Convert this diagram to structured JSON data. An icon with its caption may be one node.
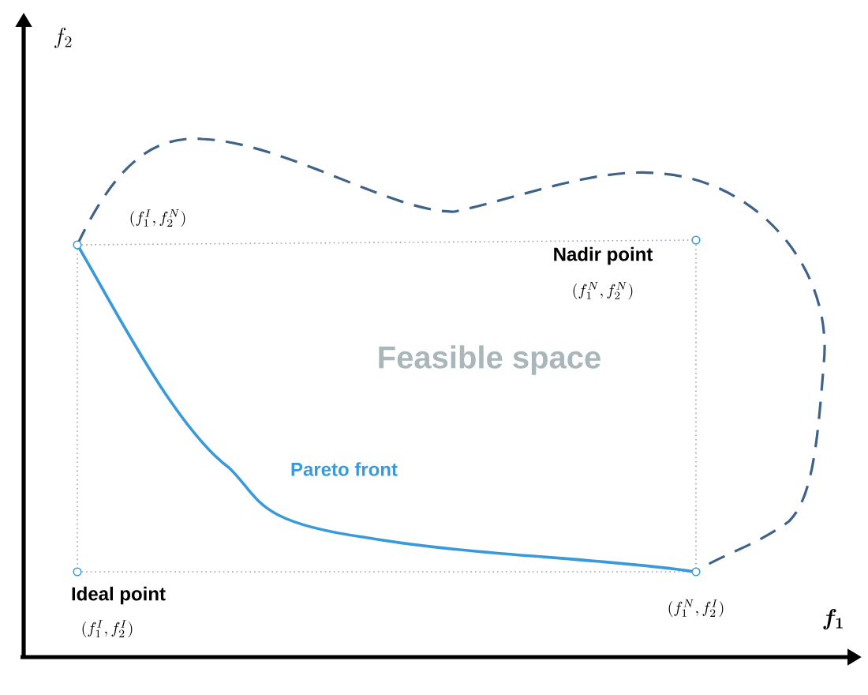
{
  "diagram": {
    "labels": [
      "f_2",
      "(f_1^I, f_2^N)",
      "Nadir point",
      "(f_1^N, f_2^N)",
      "Feasible space",
      "Pareto front",
      "Ideal point",
      "(f_1^I, f_2^I)",
      "(f_1^N, f_2^I)",
      "f_1"
    ]
  }
}
